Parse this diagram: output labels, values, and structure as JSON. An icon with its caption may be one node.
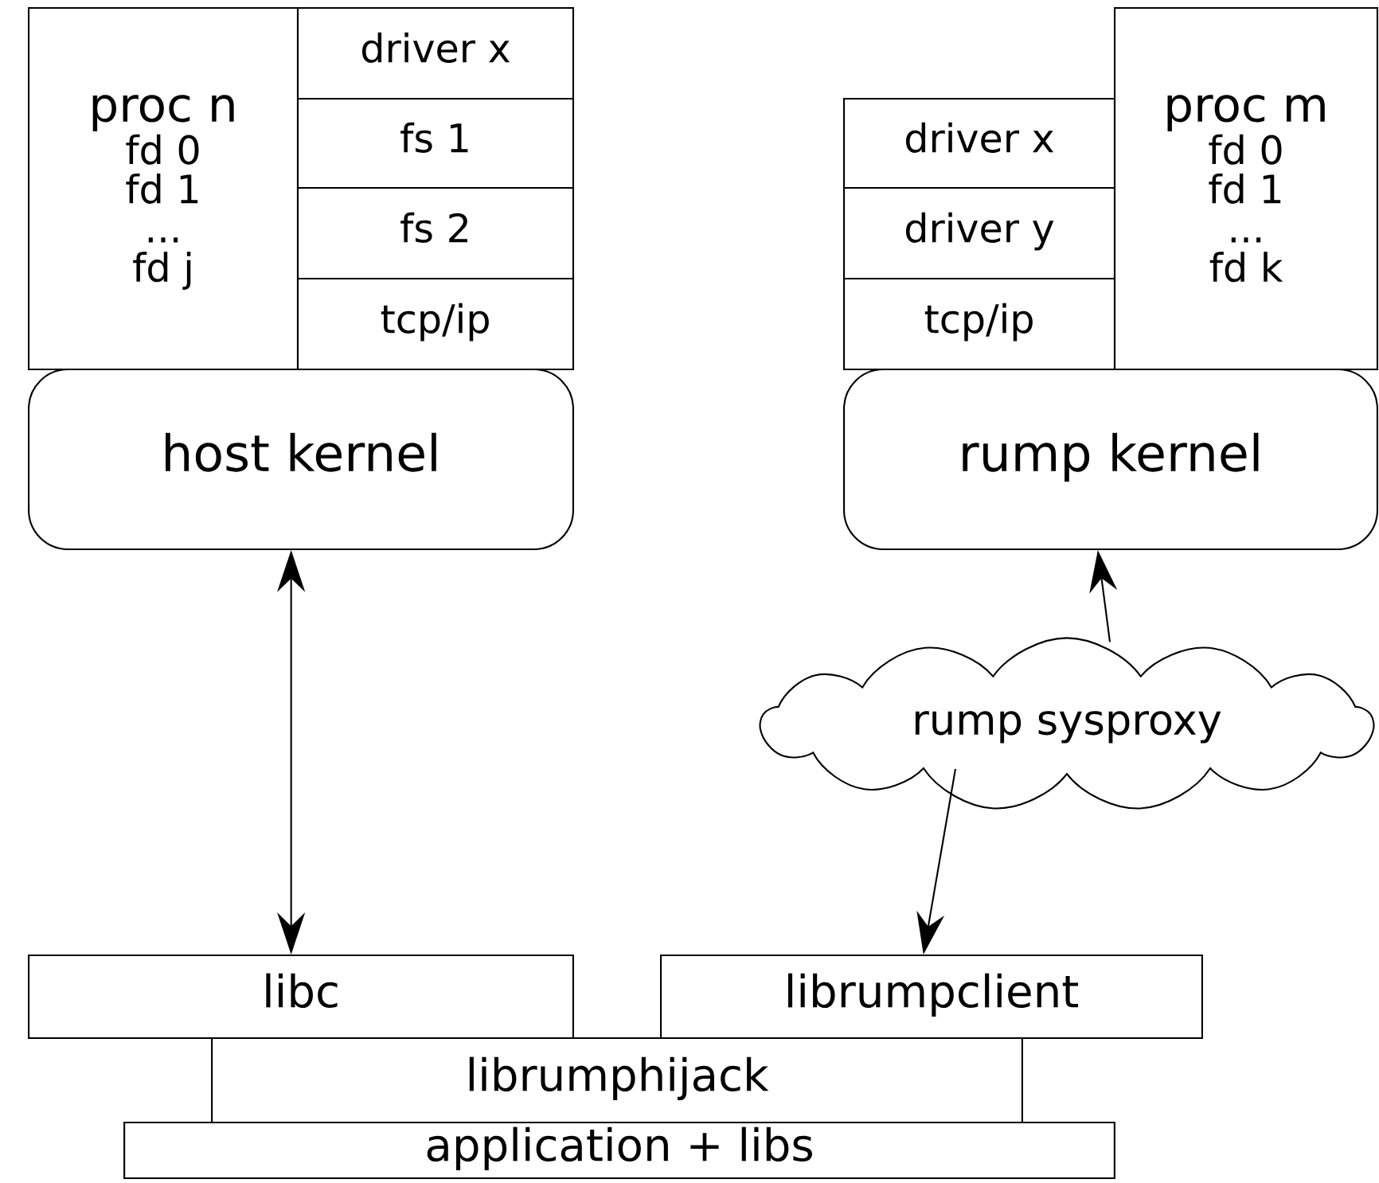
{
  "diagram": {
    "nodes": [
      {
        "text": [
          "proc n",
          "fd 0",
          "fd 1",
          "...",
          "fd j"
        ]
      },
      {
        "text": [
          "driver x"
        ]
      },
      {
        "text": [
          "fs 1"
        ]
      },
      {
        "text": [
          "fs 2"
        ]
      },
      {
        "text": [
          "tcp/ip"
        ]
      },
      {
        "text": [
          "host kernel"
        ]
      },
      {
        "text": [
          "driver x"
        ]
      },
      {
        "text": [
          "driver y"
        ]
      },
      {
        "text": [
          "tcp/ip"
        ]
      },
      {
        "text": [
          "proc m",
          "fd 0",
          "fd 1",
          "...",
          "fd k"
        ]
      },
      {
        "text": [
          "rump kernel"
        ]
      },
      {
        "text": [
          "rump sysproxy"
        ]
      },
      {
        "text": [
          "libc"
        ]
      },
      {
        "text": [
          "librumpclient"
        ]
      },
      {
        "text": [
          "librumphijack"
        ]
      },
      {
        "text": [
          "application + libs"
        ]
      }
    ],
    "edges": [
      {
        "from": 5,
        "to": 12,
        "arrow": "both"
      },
      {
        "from": 11,
        "to": 10,
        "arrow": "to"
      },
      {
        "from": 11,
        "to": 13,
        "arrow": "to"
      }
    ]
  }
}
